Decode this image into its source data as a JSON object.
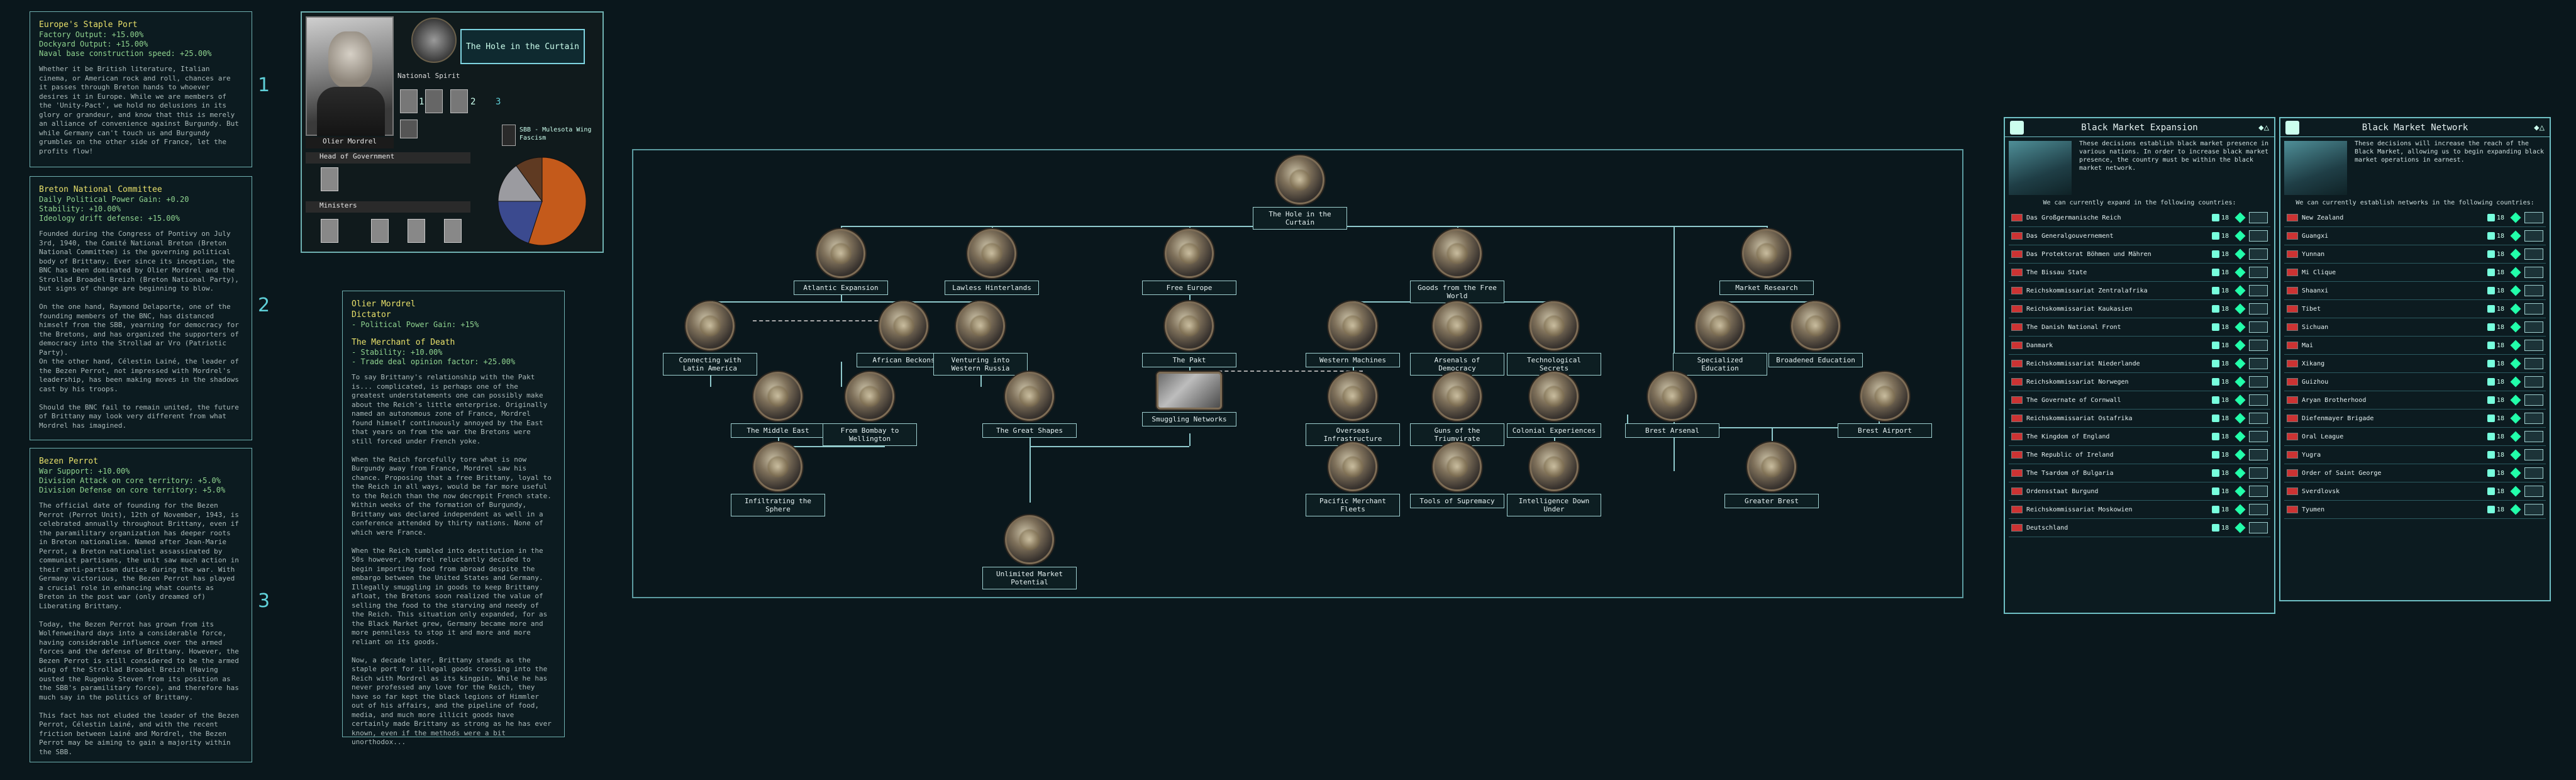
{
  "left_panels": [
    {
      "title": "Europe's Staple Port",
      "modifiers": [
        "Factory Output: +15.00%",
        "Dockyard Output: +15.00%",
        "Naval base construction speed: +25.00%"
      ],
      "text": "Whether it be British literature, Italian cinema, or American rock and roll, chances are it passes through Breton hands to whoever desires it in Europe. While we are members of the 'Unity-Pact', we hold no delusions in its glory or grandeur, and know that this is merely an alliance of convenience against Burgundy. But while Germany can't touch us and Burgundy grumbles on the other side of France, let the profits flow!"
    },
    {
      "title": "Breton National Committee",
      "modifiers": [
        "Daily Political Power Gain: +0.20",
        "Stability: +10.00%",
        "Ideology drift defense: +15.00%"
      ],
      "text": "Founded during the Congress of Pontivy on July 3rd, 1940, the Comité National Breton (Breton National Committee) is the governing political body of Brittany. Ever since its inception, the BNC has been dominated by Olier Mordrel and the Strollad Broadel Breizh (Breton National Party), but signs of change are beginning to blow.\n\nOn the one hand, Raymond Delaporte, one of the founding members of the BNC, has distanced himself from the SBB, yearning for democracy for the Bretons, and has organized the supporters of democracy into the Strollad ar Vro (Patriotic Party).\nOn the other hand, Célestin Lainé, the leader of the Bezen Perrot, not impressed with Mordrel's leadership, has been making moves in the shadows cast by his troops.\n\nShould the BNC fail to remain united, the future of Brittany may look very different from what Mordrel has imagined."
    },
    {
      "title": "Bezen Perrot",
      "modifiers": [
        "War Support: +10.00%",
        "Division Attack on core territory: +5.0%",
        "Division Defense on core territory: +5.0%"
      ],
      "text": "The official date of founding for the Bezen Perrot (Perrot Unit), 12th of November, 1943, is celebrated annually throughout Brittany, even if the paramilitary organization has deeper roots in Breton nationalism. Named after Jean-Marie Perrot, a Breton nationalist assassinated by communist partisans, the unit saw much action in their anti-partisan duties during the war. With Germany victorious, the Bezen Perrot has played a crucial role in enhancing what counts as Breton in the post war (only dreamed of) Liberating Brittany.\n\nToday, the Bezen Perrot has grown from its Wolfenweihard days into a considerable force, having considerable influence over the armed forces and the defense of Brittany. However, the Bezen Perrot is still considered to be the armed wing of the Strollad Broadel Breizh (Having ousted the Rugenko Steven from its position as the SBB's paramilitary force), and therefore has much say in the politics of Brittany.\n\nThis fact has not eluded the leader of the Bezen Perrot, Célestin Lainé, and with the recent friction between Lainé and Mordrel, the Bezen Perrot may be aiming to gain a majority within the SBB."
    }
  ],
  "panel_numbers": [
    "1",
    "2",
    "3"
  ],
  "leader_box": {
    "leader_name": "Olier Mordrel",
    "national_spirit_label": "National Spirit",
    "spirit_numbers": [
      "1",
      "2",
      "3"
    ],
    "focus_title": "The Hole in the Curtain",
    "head_of_government_label": "Head of Government",
    "ministers_label": "Ministers",
    "party_name": "SBB - Mulesota Wing Fascism",
    "pie": [
      {
        "value": 55,
        "color": "#c45a1b"
      },
      {
        "value": 20,
        "color": "#3b4a8f"
      },
      {
        "value": 15,
        "color": "#9b9ba0"
      },
      {
        "value": 10,
        "color": "#5f3a22"
      }
    ]
  },
  "leader_tooltip": {
    "name": "Olier Mordrel",
    "role": "Dictator",
    "line1": "- Political Power Gain: +15%",
    "trait_title": "The Merchant of Death",
    "trait_mods": [
      "- Stability: +10.00%",
      "- Trade deal opinion factor: +25.00%"
    ],
    "text": "To say Brittany's relationship with the Pakt is... complicated, is perhaps one of the greatest understatements one can possibly make about the Reich's little enterprise. Originally named an autonomous zone of France, Mordrel found himself continuously annoyed by the East that years on from the war the Bretons were still forced under French yoke.\n\nWhen the Reich forcefully tore what is now Burgundy away from France, Mordrel saw his chance. Proposing that a free Brittany, loyal to the Reich in all ways, would be far more useful to the Reich than the now decrepit French state. Within weeks of the formation of Burgundy, Brittany was declared independent as well in a conference attended by thirty nations. None of which were France.\n\nWhen the Reich tumbled into destitution in the 50s however, Mordrel reluctantly decided to begin importing food from abroad despite the embargo between the United States and Germany. Illegally smuggling in goods to keep Brittany afloat, the Bretons soon realized the value of selling the food to the starving and needy of the Reich. This situation only expanded, for as the Black Market grew, Germany became more and more penniless to stop it and more and more reliant on its goods.\n\nNow, a decade later, Brittany stands as the staple port for illegal goods crossing into the Reich with Mordrel as its kingpin. While he has never professed any love for the Reich, they have so far kept the black legions of Himmler out of his affairs, and the pipeline of food, media, and much more illicit goods have certainly made Brittany as strong as he has ever known, even if the methods were a bit unorthodox..."
  },
  "focus_tree": [
    {
      "id": "root",
      "label": "The Hole in the Curtain"
    },
    {
      "id": "atl",
      "label": "Atlantic Expansion"
    },
    {
      "id": "law",
      "label": "Lawless Hinterlands"
    },
    {
      "id": "fe",
      "label": "Free Europe"
    },
    {
      "id": "goods",
      "label": "Goods from the Free World"
    },
    {
      "id": "mr",
      "label": "Market Research"
    },
    {
      "id": "cla",
      "label": "Connecting with Latin America"
    },
    {
      "id": "ab",
      "label": "African Beckons"
    },
    {
      "id": "vwr",
      "label": "Venturing into Western Russia"
    },
    {
      "id": "pakt",
      "label": "The Pakt"
    },
    {
      "id": "wm",
      "label": "Western Machines"
    },
    {
      "id": "aod",
      "label": "Arsenals of Democracy"
    },
    {
      "id": "ts",
      "label": "Technological Secrets"
    },
    {
      "id": "se",
      "label": "Specialized Education"
    },
    {
      "id": "be",
      "label": "Broadened Education"
    },
    {
      "id": "me",
      "label": "The Middle East"
    },
    {
      "id": "fbw",
      "label": "From Bombay to Wellington"
    },
    {
      "id": "tgs",
      "label": "The Great Shapes"
    },
    {
      "id": "sn",
      "label": "Smuggling Networks"
    },
    {
      "id": "oi",
      "label": "Overseas Infrastructure"
    },
    {
      "id": "gt",
      "label": "Guns of the Triumvirate"
    },
    {
      "id": "ce",
      "label": "Colonial Experiences"
    },
    {
      "id": "ba",
      "label": "Brest Arsenal"
    },
    {
      "id": "bap",
      "label": "Brest Airport"
    },
    {
      "id": "isp",
      "label": "Infiltrating the Sphere"
    },
    {
      "id": "pmf",
      "label": "Pacific Merchant Fleets"
    },
    {
      "id": "tos",
      "label": "Tools of Supremacy"
    },
    {
      "id": "idu",
      "label": "Intelligence Down Under"
    },
    {
      "id": "gb",
      "label": "Greater Brest"
    },
    {
      "id": "ump",
      "label": "Unlimited Market Potential"
    }
  ],
  "bm_expansion": {
    "title": "Black Market Expansion",
    "description": "These decisions establish black market presence in various nations. In order to increase black market presence, the country must be within the black market network.",
    "note": "We can currently expand in the following countries:",
    "rows": [
      {
        "name": "Das Großgermanische Reich",
        "count": "18"
      },
      {
        "name": "Das Generalgouvernement",
        "count": "18"
      },
      {
        "name": "Das Protektorat Böhmen und Mähren",
        "count": "18"
      },
      {
        "name": "The Bissau State",
        "count": "18"
      },
      {
        "name": "Reichskommissariat Zentralafrika",
        "count": "18"
      },
      {
        "name": "Reichskommissariat Kaukasien",
        "count": "18"
      },
      {
        "name": "The Danish National Front",
        "count": "18"
      },
      {
        "name": "Danmark",
        "count": "18"
      },
      {
        "name": "Reichskommissariat Niederlande",
        "count": "18"
      },
      {
        "name": "Reichskommissariat Norwegen",
        "count": "18"
      },
      {
        "name": "The Governate of Cornwall",
        "count": "18"
      },
      {
        "name": "Reichskommissariat Ostafrika",
        "count": "18"
      },
      {
        "name": "The Kingdom of England",
        "count": "18"
      },
      {
        "name": "The Republic of Ireland",
        "count": "18"
      },
      {
        "name": "The Tsardom of Bulgaria",
        "count": "18"
      },
      {
        "name": "Ordensstaat Burgund",
        "count": "18"
      },
      {
        "name": "Reichskommissariat Moskowien",
        "count": "18"
      },
      {
        "name": "Deutschland",
        "count": "18"
      }
    ]
  },
  "bm_network": {
    "title": "Black Market Network",
    "description": "These decisions will increase the reach of the Black Market, allowing us to begin expanding black market operations in earnest.",
    "note": "We can currently establish networks in the following countries:",
    "rows": [
      {
        "name": "New Zealand",
        "count": "18"
      },
      {
        "name": "Guangxi",
        "count": "18"
      },
      {
        "name": "Yunnan",
        "count": "18"
      },
      {
        "name": "Mi Clique",
        "count": "18"
      },
      {
        "name": "Shaanxi",
        "count": "18"
      },
      {
        "name": "Tibet",
        "count": "18"
      },
      {
        "name": "Sichuan",
        "count": "18"
      },
      {
        "name": "Mai",
        "count": "18"
      },
      {
        "name": "Xikang",
        "count": "18"
      },
      {
        "name": "Guizhou",
        "count": "18"
      },
      {
        "name": "Aryan Brotherhood",
        "count": "18"
      },
      {
        "name": "Diefenmayer Brigade",
        "count": "18"
      },
      {
        "name": "Oral League",
        "count": "18"
      },
      {
        "name": "Yugra",
        "count": "18"
      },
      {
        "name": "Order of Saint George",
        "count": "18"
      },
      {
        "name": "Sverdlovsk",
        "count": "18"
      },
      {
        "name": "Tyumen",
        "count": "18"
      }
    ]
  },
  "colors": {
    "accent": "#6fb0b0",
    "background": "#0a171c",
    "title": "#e8e06a",
    "modifier": "#8fd38f"
  }
}
